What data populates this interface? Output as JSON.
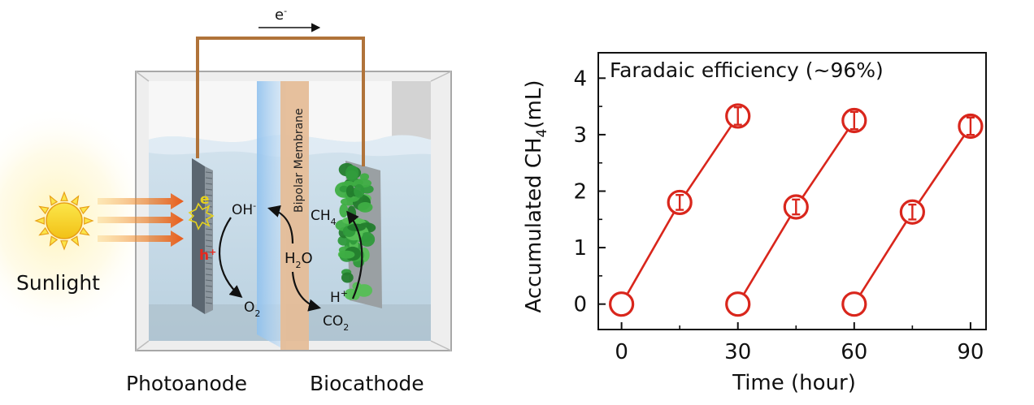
{
  "diagram": {
    "electron_flow_label": "e",
    "electron_flow_sup": "-",
    "membrane_label": "Bipolar Membrane",
    "sun_label": "Sunlight",
    "photoanode_label": "Photoanode",
    "biocathode_label": "Biocathode",
    "electron_label": "e",
    "hole_label": "h",
    "hole_sup": "+",
    "hydroxide_label": "OH",
    "hydroxide_sup": "-",
    "oxygen_label": "O",
    "oxygen_sub": "2",
    "water_label_h": "H",
    "water_sub": "2",
    "water_label_o": "O",
    "proton_label": "H",
    "proton_sup": "+",
    "co2_label": "CO",
    "co2_sub": "2",
    "methane_label": "CH",
    "methane_sub": "4",
    "colors": {
      "wire": "#b0733a",
      "electrolyte": "#cfe0ec",
      "membrane": "#e8c09c",
      "anode_field": "#b8d4ef",
      "biofilm": "#2f9a3b",
      "sun": "#f7d51e",
      "arrow": "#e9651f",
      "hole": "#e8281e",
      "electron": "#e6d21c"
    }
  },
  "chart_data": {
    "type": "scatter",
    "annotation": "Faradaic efficiency (~96%)",
    "ylabel_prefix": "Accumulated CH",
    "ylabel_sub": "4",
    "ylabel_suffix": "(mL)",
    "xlabel": "Time (hour)",
    "xlim": [
      -6,
      94
    ],
    "ylim": [
      -0.45,
      4.45
    ],
    "xticks": [
      0,
      30,
      60,
      90
    ],
    "yticks": [
      0,
      1,
      2,
      3,
      4
    ],
    "series": [
      {
        "x": [
          0,
          15,
          30
        ],
        "y": [
          0,
          1.8,
          3.33
        ],
        "err": [
          0,
          0.06,
          0.07
        ]
      },
      {
        "x": [
          30,
          45,
          60
        ],
        "y": [
          0,
          1.72,
          3.25
        ],
        "err": [
          0,
          0.06,
          0.07
        ]
      },
      {
        "x": [
          60,
          75,
          90
        ],
        "y": [
          0,
          1.63,
          3.15
        ],
        "err": [
          0,
          0.06,
          0.07
        ]
      }
    ],
    "color": "#d9261c"
  }
}
